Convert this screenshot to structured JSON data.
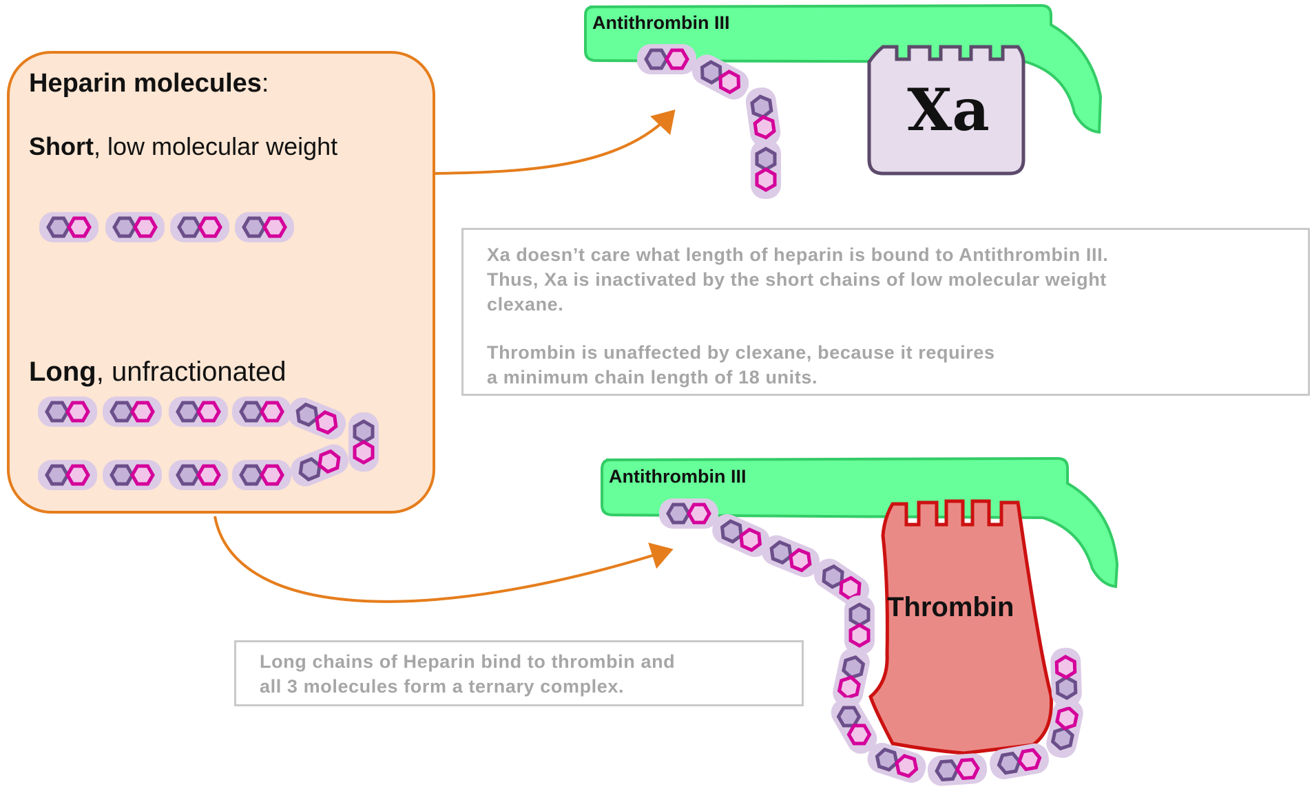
{
  "left_panel": {
    "title": "Heparin molecules",
    "title_suffix": ":",
    "short_bold": "Short",
    "short_rest": ", low molecular weight",
    "long_bold": "Long",
    "long_rest": ", unfractionated"
  },
  "top_complex": {
    "antithrombin_label": "Antithrombin III",
    "enzyme_label": "Xa"
  },
  "bottom_complex": {
    "antithrombin_label": "Antithrombin III",
    "enzyme_label": "Thrombin"
  },
  "notes": {
    "xa_line1": "Xa doesn’t care what length of heparin is bound to Antithrombin III.",
    "xa_line2": "Thus, Xa is inactivated by the short chains of low molecular weight",
    "xa_line3": "clexane.",
    "thrombin_line1": "Thrombin is unaffected by clexane, because it requires",
    "thrombin_line2": "a minimum chain length of 18 units.",
    "long_line1": "Long chains of Heparin bind to thrombin and",
    "long_line2": "all 3 molecules form a ternary complex."
  },
  "colors": {
    "panel_fill": "#fde6d3",
    "panel_border": "#e57d1c",
    "antithrombin": "#66ff99",
    "antithrombin_border": "#33cc66",
    "xa_fill": "#e6dcec",
    "xa_border": "#5d4a6b",
    "thrombin_fill": "#ea8a86",
    "thrombin_border": "#cc1111",
    "arrow": "#e57d1c",
    "hex_dark": "#6b4f8a",
    "hex_magenta": "#d4009a",
    "hex_glow": "#dccbe6"
  }
}
